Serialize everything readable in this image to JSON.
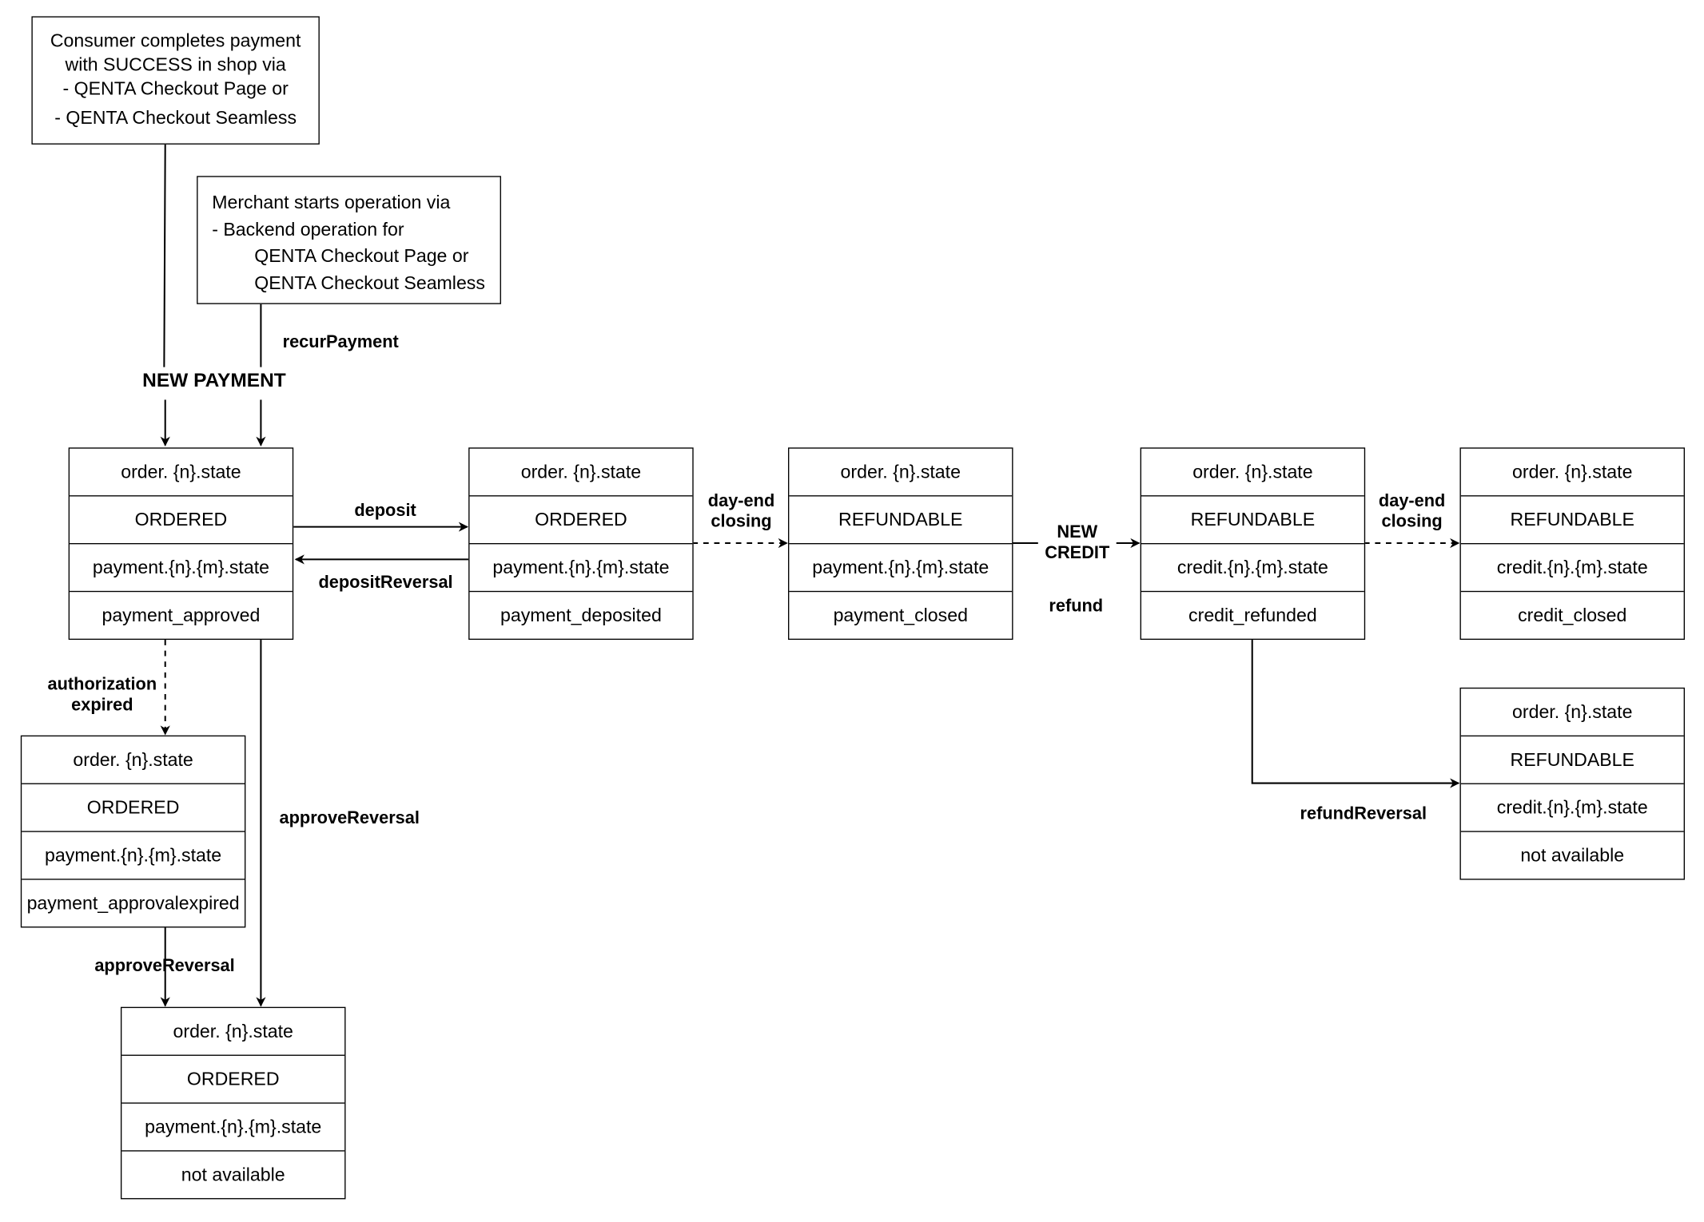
{
  "notes": {
    "consumer": {
      "lines": [
        "Consumer completes payment",
        "with SUCCESS in shop via",
        "- QENTA Checkout Page or",
        "- QENTA Checkout Seamless"
      ]
    },
    "merchant": {
      "lines": [
        "Merchant starts operation via",
        "- Backend operation for",
        "QENTA Checkout Page or",
        "QENTA Checkout Seamless"
      ]
    }
  },
  "states": {
    "approved": [
      "order. {n}.state",
      "ORDERED",
      "payment.{n}.{m}.state",
      "payment_approved"
    ],
    "deposited": [
      "order. {n}.state",
      "ORDERED",
      "payment.{n}.{m}.state",
      "payment_deposited"
    ],
    "closed": [
      "order. {n}.state",
      "REFUNDABLE",
      "payment.{n}.{m}.state",
      "payment_closed"
    ],
    "credit_refunded": [
      "order. {n}.state",
      "REFUNDABLE",
      "credit.{n}.{m}.state",
      "credit_refunded"
    ],
    "credit_closed": [
      "order. {n}.state",
      "REFUNDABLE",
      "credit.{n}.{m}.state",
      "credit_closed"
    ],
    "credit_na": [
      "order. {n}.state",
      "REFUNDABLE",
      "credit.{n}.{m}.state",
      "not available"
    ],
    "approval_expired": [
      "order. {n}.state",
      "ORDERED",
      "payment.{n}.{m}.state",
      "payment_approvalexpired"
    ],
    "payment_na": [
      "order. {n}.state",
      "ORDERED",
      "payment.{n}.{m}.state",
      "not available"
    ]
  },
  "labels": {
    "recur_payment": "recurPayment",
    "new_payment": "NEW PAYMENT",
    "deposit": "deposit",
    "deposit_reversal": "depositReversal",
    "day_end_closing_1": [
      "day-end",
      "closing"
    ],
    "new_credit": [
      "NEW",
      "CREDIT"
    ],
    "refund": "refund",
    "day_end_closing_2": [
      "day-end",
      "closing"
    ],
    "refund_reversal": "refundReversal",
    "authorization_expired": [
      "authorization",
      "expired"
    ],
    "approve_reversal_right": "approveReversal",
    "approve_reversal_left": "approveReversal"
  }
}
